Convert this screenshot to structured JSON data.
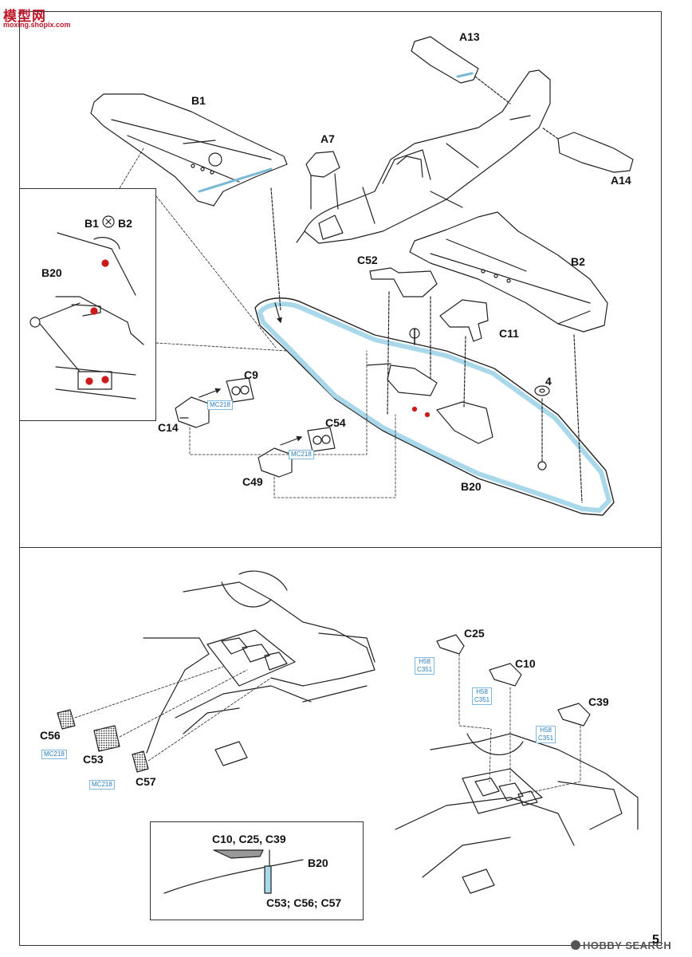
{
  "watermark": {
    "brand": "模型网",
    "url": "moxing.shopix.com",
    "bottom": "HOBBY SEARCH"
  },
  "page_number": "5",
  "top_section": {
    "labels": {
      "a13": "A13",
      "b1": "B1",
      "a7": "A7",
      "a14": "A14",
      "b1_b2": "B1",
      "b2_small": "B2",
      "b20_detail": "B20",
      "c52": "C52",
      "b2": "B2",
      "c11": "C11",
      "c9": "C9",
      "c14": "C14",
      "c54": "C54",
      "c49": "C49",
      "part4": "4",
      "b20": "B20"
    },
    "color_codes": {
      "c9_code": "MC218",
      "c54_code": "MC218"
    }
  },
  "bottom_section": {
    "labels": {
      "c25": "C25",
      "c10": "C10",
      "c39": "C39",
      "c56": "C56",
      "c53": "C53",
      "c57": "C57"
    },
    "color_codes": {
      "c56_code": "MC218",
      "c57_code": "MC218",
      "c25_h": "H58",
      "c25_c": "C351",
      "c10_h": "H58",
      "c10_c": "C351",
      "c39_h": "H58",
      "c39_c": "C351"
    },
    "inset": {
      "top_label": "C10, C25, C39",
      "right_label": "B20",
      "bottom_label": "C53; C56; C57"
    }
  },
  "colors": {
    "highlight_blue": "#a8d8ea",
    "red_marker": "#cc1a1a",
    "line": "#222222"
  }
}
